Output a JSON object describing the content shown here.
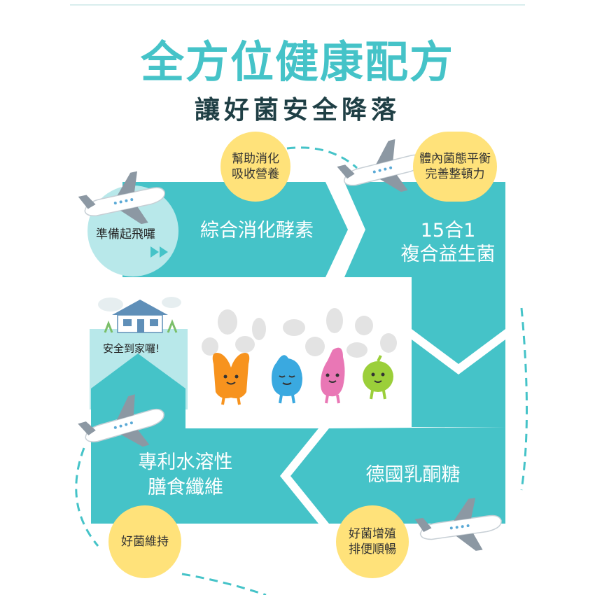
{
  "title": "全方位健康配方",
  "subtitle": "讓好菌安全降落",
  "colors": {
    "teal": "#45c3c8",
    "light_teal": "#b8e8ea",
    "yellow": "#ffe27a",
    "dark": "#1f3f45"
  },
  "steps": {
    "start": "準備起飛囉",
    "enzyme": "綜合消化酵素",
    "probiotic_line1": "15合1",
    "probiotic_line2": "複合益生菌",
    "lactulose": "德國乳酮糖",
    "fiber_line1": "專利水溶性",
    "fiber_line2": "膳食纖維",
    "home": "安全到家囉!"
  },
  "bubbles": {
    "digest_line1": "幫助消化",
    "digest_line2": "吸收營養",
    "balance_line1": "體內菌態平衡",
    "balance_line2": "完善整頓力",
    "grow_line1": "好菌增殖",
    "grow_line2": "排便順暢",
    "maintain": "好菌維持"
  },
  "icons": [
    "airplane-icon",
    "house-icon",
    "play-arrows-icon",
    "cloud-icon",
    "bacteria-character-icon"
  ]
}
